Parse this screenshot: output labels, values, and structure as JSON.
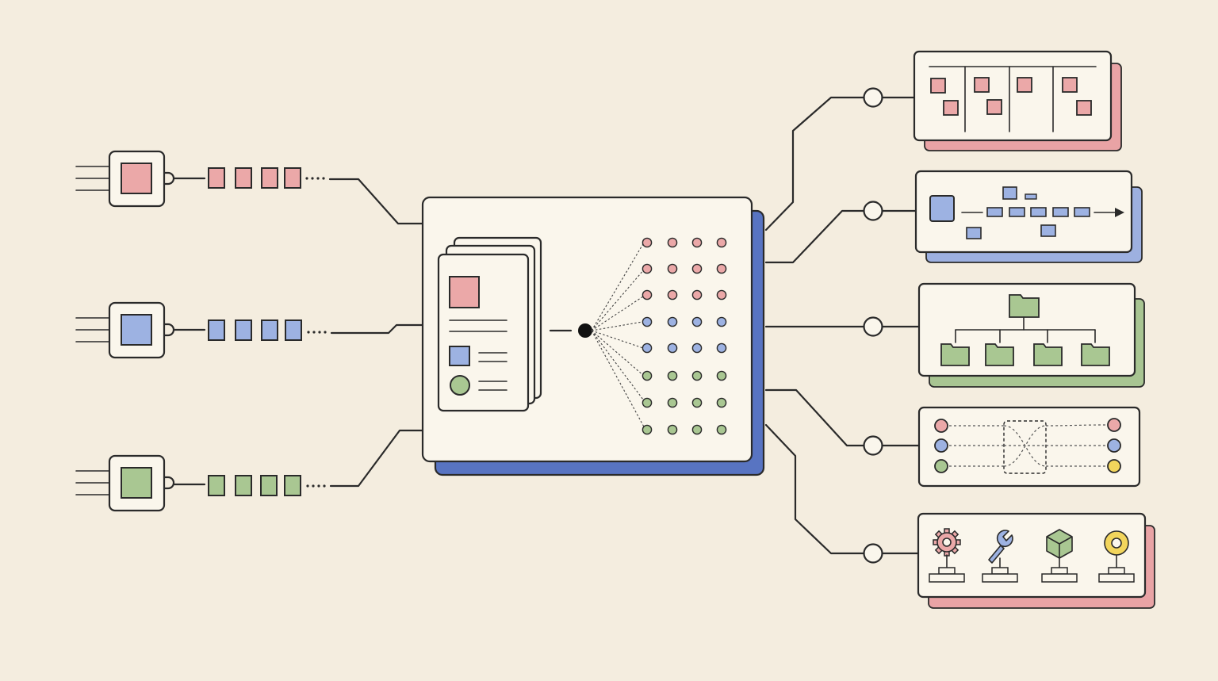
{
  "colors": {
    "background": "#f4eddf",
    "card": "#faf6ec",
    "ink": "#2a2a2a",
    "red": "#eba8a8",
    "blue": "#9db2e2",
    "green": "#a9c792",
    "yellow": "#f2d55c",
    "hub_shadow": "#5874c2",
    "red_shadow": "#e9a3a5",
    "blue_shadow": "#9db0e0",
    "green_shadow": "#a8c592"
  },
  "inputs": [
    {
      "color": "red",
      "queue_length": 4
    },
    {
      "color": "blue",
      "queue_length": 4
    },
    {
      "color": "green",
      "queue_length": 4
    }
  ],
  "hub": {
    "documents_in_stack": 3,
    "dot_grid": {
      "columns": 4,
      "rows": [
        "red",
        "red",
        "red",
        "blue",
        "blue",
        "green",
        "green",
        "green"
      ]
    }
  },
  "outputs": [
    {
      "kind": "kanban-board",
      "shadow": "red",
      "columns": 4,
      "tasks": 7
    },
    {
      "kind": "pipeline-flow",
      "shadow": "blue",
      "stages": 5
    },
    {
      "kind": "folder-tree",
      "shadow": "green",
      "child_folders": 4
    },
    {
      "kind": "routing-matrix",
      "left_ports": [
        "red",
        "blue",
        "green"
      ],
      "right_ports": [
        "red",
        "blue",
        "yellow"
      ]
    },
    {
      "kind": "toolset",
      "shadow": "red",
      "tools": [
        {
          "icon": "gear-icon",
          "color": "red"
        },
        {
          "icon": "wrench-icon",
          "color": "blue"
        },
        {
          "icon": "cube-icon",
          "color": "green"
        },
        {
          "icon": "ring-icon",
          "color": "yellow"
        }
      ]
    }
  ]
}
